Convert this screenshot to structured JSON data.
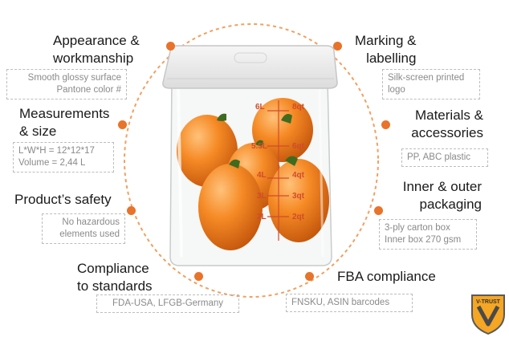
{
  "features": [
    {
      "id": "appearance",
      "heading": "Appearance &\nworkmanship",
      "detail": "Smooth glossy surface\nPantone color #"
    },
    {
      "id": "marking",
      "heading": "Marking &\nlabelling",
      "detail": "Silk-screen printed\nlogo"
    },
    {
      "id": "measurements",
      "heading": "Measurements\n& size",
      "detail": "L*W*H = 12*12*17\nVolume = 2,44 L"
    },
    {
      "id": "materials",
      "heading": "Materials &\naccessories",
      "detail": "PP, ABC plastic"
    },
    {
      "id": "safety",
      "heading": "Product’s safety",
      "detail": "No hazardous\nelements used"
    },
    {
      "id": "packaging",
      "heading": "Inner & outer\npackaging",
      "detail": "3-ply carton box\nInner box 270 gsm"
    },
    {
      "id": "compliance",
      "heading": "Compliance\nto standards",
      "detail": "FDA-USA, LFGB-Germany"
    },
    {
      "id": "fba",
      "heading": "FBA compliance",
      "detail": "FNSKU, ASIN barcodes"
    }
  ],
  "container_marks": {
    "left": [
      "6L",
      "5.5L",
      "4L",
      "3L",
      "2L"
    ],
    "right": [
      "8qt",
      "6qt",
      "4qt",
      "3qt",
      "2qt"
    ]
  },
  "logo": {
    "text": "V-TRUST"
  },
  "colors": {
    "accent": "#e8732a",
    "dashed_circle": "#f0a060",
    "pepper": "#f0821e",
    "stem": "#3f6b1f"
  }
}
